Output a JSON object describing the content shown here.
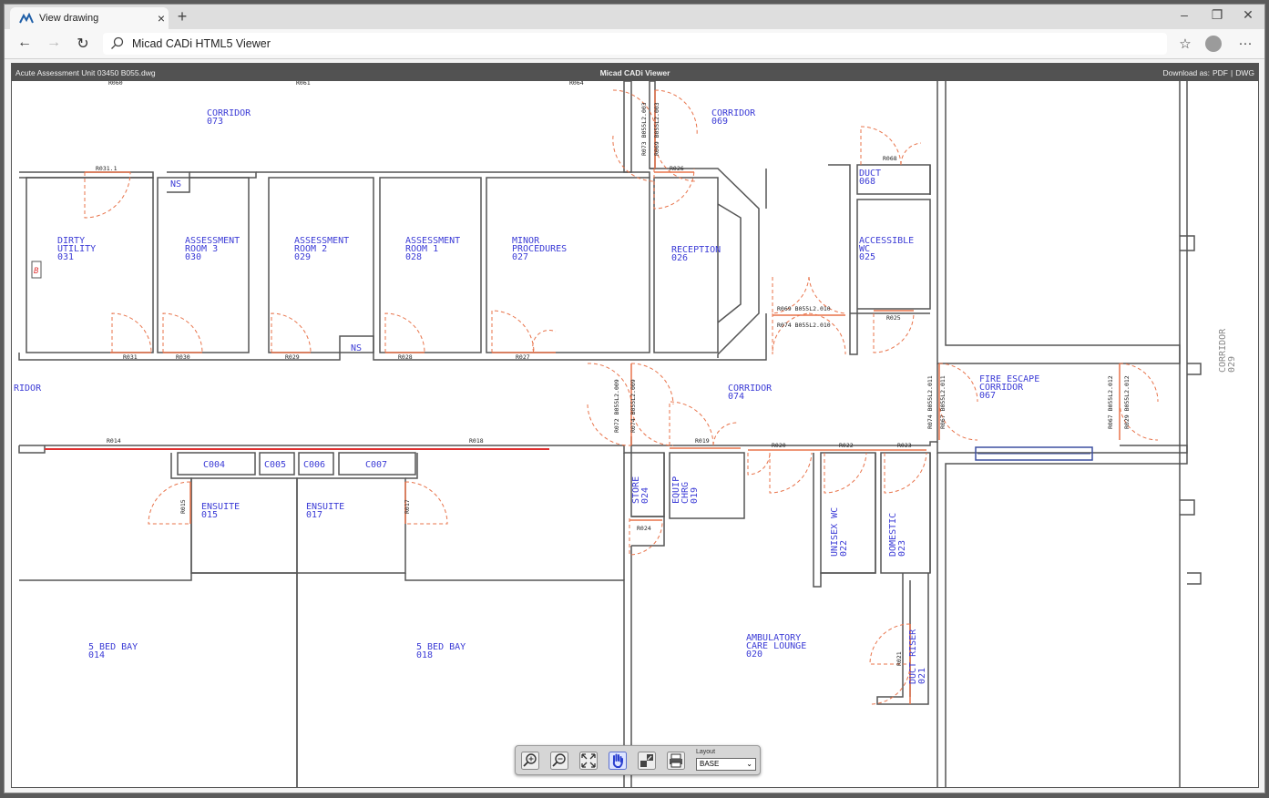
{
  "browser": {
    "tab_title": "View drawing",
    "tab_close": "×",
    "new_tab": "+",
    "minimize": "–",
    "restore": "❐",
    "close": "✕",
    "back": "←",
    "forward": "→",
    "refresh": "↻",
    "address": "Micad CADi HTML5 Viewer",
    "favorites": "☆",
    "more": "···"
  },
  "viewer": {
    "filename": "Acute Assessment Unit 03450 B055.dwg",
    "title": "Micad CADi Viewer",
    "download_label": "Download as:",
    "pdf": "PDF",
    "sep": "|",
    "dwg": "DWG"
  },
  "toolbar": {
    "layout_label": "Layout",
    "layout_value": "BASE",
    "chevron": "⌄"
  },
  "rooms": [
    {
      "id": "corridor-073",
      "lines": [
        "CORRIDOR",
        "073"
      ]
    },
    {
      "id": "corridor-069",
      "lines": [
        "CORRIDOR",
        "069"
      ]
    },
    {
      "id": "dirty-utility",
      "lines": [
        "DIRTY",
        "UTILITY",
        "031"
      ]
    },
    {
      "id": "assessment-3",
      "lines": [
        "ASSESSMENT",
        "ROOM  3",
        "030"
      ]
    },
    {
      "id": "assessment-2",
      "lines": [
        "ASSESSMENT",
        "ROOM  2",
        "029"
      ]
    },
    {
      "id": "assessment-1",
      "lines": [
        "ASSESSMENT",
        "ROOM  1",
        "028"
      ]
    },
    {
      "id": "minor-procedures",
      "lines": [
        "MINOR",
        "PROCEDURES",
        "027"
      ]
    },
    {
      "id": "reception",
      "lines": [
        "RECEPTION",
        "026"
      ]
    },
    {
      "id": "duct-068",
      "lines": [
        "DUCT",
        "068"
      ]
    },
    {
      "id": "accessible-wc",
      "lines": [
        "ACCESSIBLE",
        "WC",
        "025"
      ]
    },
    {
      "id": "corridor-074",
      "lines": [
        "CORRIDOR",
        "074"
      ]
    },
    {
      "id": "fire-escape",
      "lines": [
        "FIRE  ESCAPE",
        "CORRIDOR",
        "067"
      ]
    },
    {
      "id": "corridor-left",
      "lines": [
        "RIDOR"
      ]
    },
    {
      "id": "ensuite-015",
      "lines": [
        "ENSUITE",
        "015"
      ]
    },
    {
      "id": "ensuite-017",
      "lines": [
        "ENSUITE",
        "017"
      ]
    },
    {
      "id": "bay-014",
      "lines": [
        "5  BED  BAY",
        "014"
      ]
    },
    {
      "id": "bay-018",
      "lines": [
        "5  BED  BAY",
        "018"
      ]
    },
    {
      "id": "ambulatory",
      "lines": [
        "AMBULATORY",
        "CARE  LOUNGE",
        "020"
      ]
    }
  ],
  "vertical_rooms": [
    {
      "id": "store-024",
      "lines": [
        "STORE",
        "024"
      ]
    },
    {
      "id": "equip-chrg",
      "lines": [
        "EQUIP",
        "CHRG",
        "019"
      ]
    },
    {
      "id": "unisex-wc",
      "lines": [
        "UNISEX  WC",
        "022"
      ]
    },
    {
      "id": "domestic",
      "lines": [
        "DOMESTIC",
        "023"
      ]
    },
    {
      "id": "duct-riser",
      "lines": [
        "DUCT  RISER",
        "021"
      ]
    },
    {
      "id": "corridor-029",
      "lines": [
        "CORRIDOR",
        "029"
      ]
    }
  ],
  "small_labels": {
    "ns1": "NS",
    "ns2": "NS",
    "c004": "C004",
    "c005": "C005",
    "c006": "C006",
    "c007": "C007",
    "b": "B"
  },
  "door_labels": [
    "R060",
    "R061",
    "R064",
    "R031.1",
    "R026",
    "R068",
    "R031",
    "R030",
    "R029",
    "R028",
    "R027",
    "R025",
    "R069  B055L2.010",
    "R074  B055L2.010",
    "R014",
    "R018",
    "R019",
    "R020",
    "R022",
    "R023",
    "R015",
    "R017",
    "R024",
    "R021"
  ],
  "door_vlabels": [
    "R073  B055L2.003",
    "R069  B055L2.003",
    "R072  B055L2.009",
    "R074  B055L2.009",
    "R074  B055L2.011",
    "R067  B055L2.011",
    "R067  B055L2.012",
    "R029  B055L2.012"
  ]
}
